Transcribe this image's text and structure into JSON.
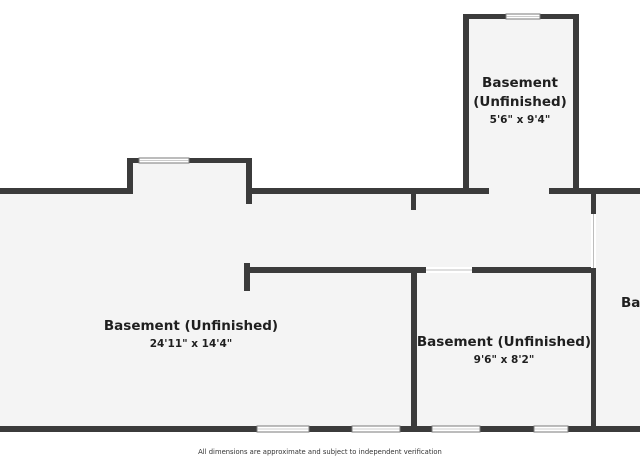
{
  "rooms": [
    {
      "name": "Basement",
      "name_line2": "(Unfinished)",
      "dims": "5'6\" x 9'4\""
    },
    {
      "name": "Basement (Unfinished)",
      "dims": "24'11\" x 14'4\""
    },
    {
      "name": "Basement (Unfinished)",
      "dims": "9'6\" x 8'2\""
    },
    {
      "name": "Ba"
    }
  ],
  "footer": "All dimensions are approximate and subject to independent verification"
}
